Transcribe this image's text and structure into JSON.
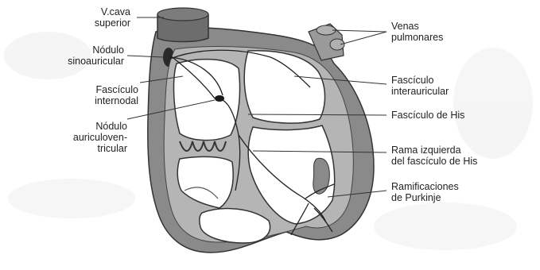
{
  "labels": {
    "vena_cava_superior": "V.cava\nsuperior",
    "nodulo_sinoauricular": "Nódulo\nsinoauricular",
    "fasciculo_internodal": "Fascículo\ninternodal",
    "nodulo_auriculoventricular": "Nódulo\nauriculoven-\ntricular",
    "venas_pulmonares": "Venas\npulmonares",
    "fasciculo_interauricular": "Fascículo\ninterauricular",
    "fasciculo_de_his": "Fascículo de His",
    "rama_izquierda": "Rama izquierda\ndel fascículo de His",
    "ramificaciones_purkinje": "Ramificaciones\nde Purkinje"
  },
  "colors": {
    "heart_wall": "#8a8a8a",
    "chamber_fill": "#ffffff",
    "septum": "#b5b5b5",
    "leader_line": "#333333",
    "background_texture": "#e6e6e6"
  }
}
